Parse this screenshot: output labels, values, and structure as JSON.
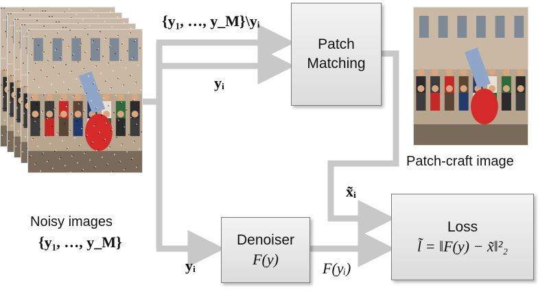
{
  "boxes": {
    "patch_matching": {
      "line1": "Patch",
      "line2": "Matching"
    },
    "denoiser": {
      "title": "Denoiser",
      "formula": "F(y)"
    },
    "loss": {
      "title": "Loss",
      "formula": "l̃ = ‖F(y) − x̃‖²₂"
    }
  },
  "labels": {
    "set_minus_yi": "{y₁, …, y_M}\\yᵢ",
    "yi_to_patch": "yᵢ",
    "yi_to_denoiser": "yᵢ",
    "x_tilde_i": "x̃ᵢ",
    "f_yi": "F(yᵢ)",
    "noisy_images_title": "Noisy images",
    "noisy_images_set": "{y₁, …, y_M}",
    "patch_craft_caption": "Patch-craft image"
  },
  "colors": {
    "arrow": "#c8c8c8",
    "box_border": "#7a7a7a",
    "box_fill_top": "#f3f3f3",
    "box_fill_bottom": "#dcdcdc"
  }
}
